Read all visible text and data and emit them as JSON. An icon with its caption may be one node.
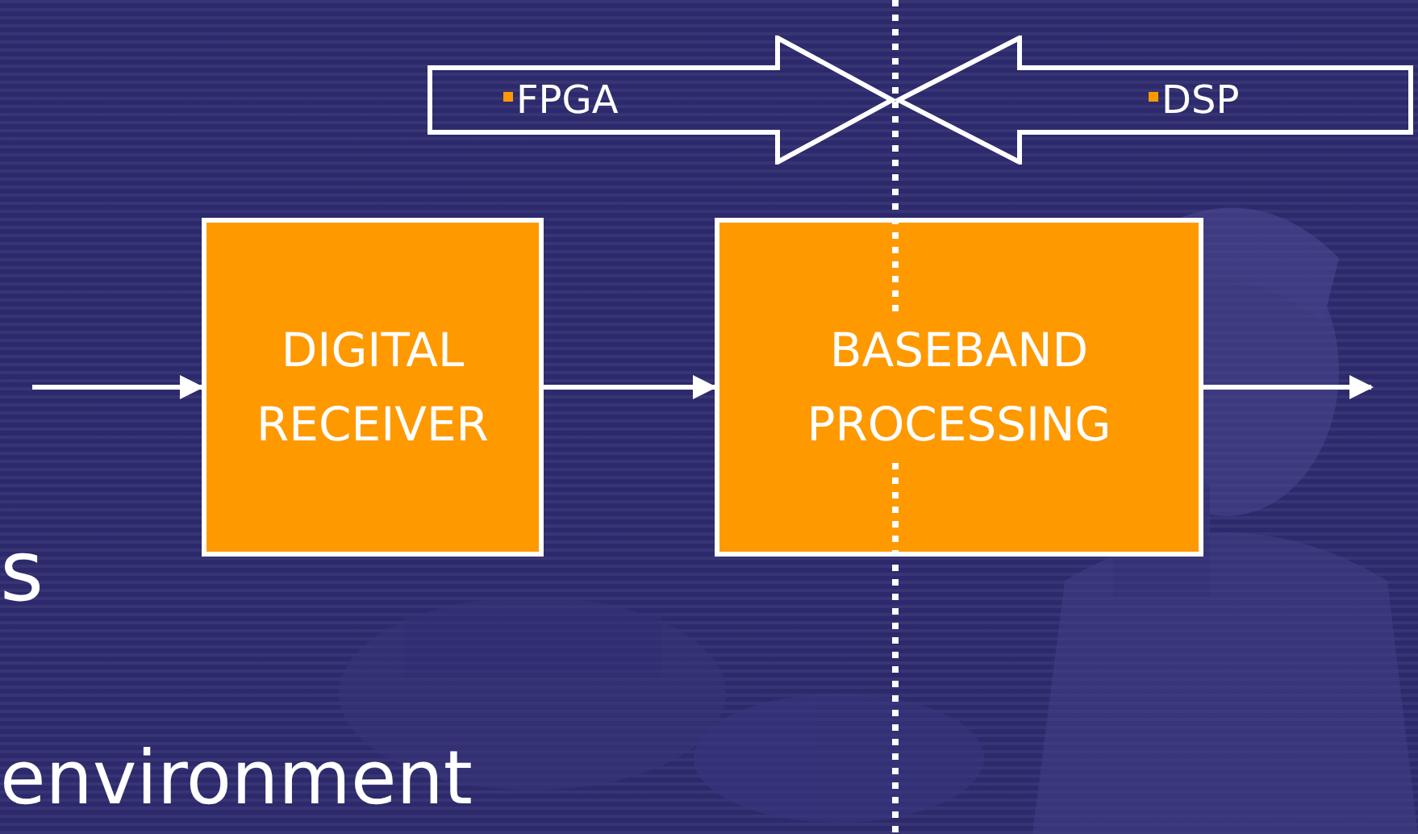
{
  "diagram": {
    "nodes": [
      {
        "text": [
          "FPGA"
        ]
      },
      {
        "text": [
          "DSP"
        ]
      },
      {
        "text": [
          "DIGITAL RECEIVER"
        ]
      },
      {
        "text": [
          "BASEBAND PROCESSING"
        ]
      }
    ],
    "edges": [
      {
        "from": null,
        "to": 2,
        "arrow": "to"
      },
      {
        "from": 2,
        "to": 3,
        "arrow": "to"
      },
      {
        "from": 3,
        "to": null,
        "arrow": "to"
      }
    ],
    "labels": [
      "s",
      "environment"
    ]
  }
}
